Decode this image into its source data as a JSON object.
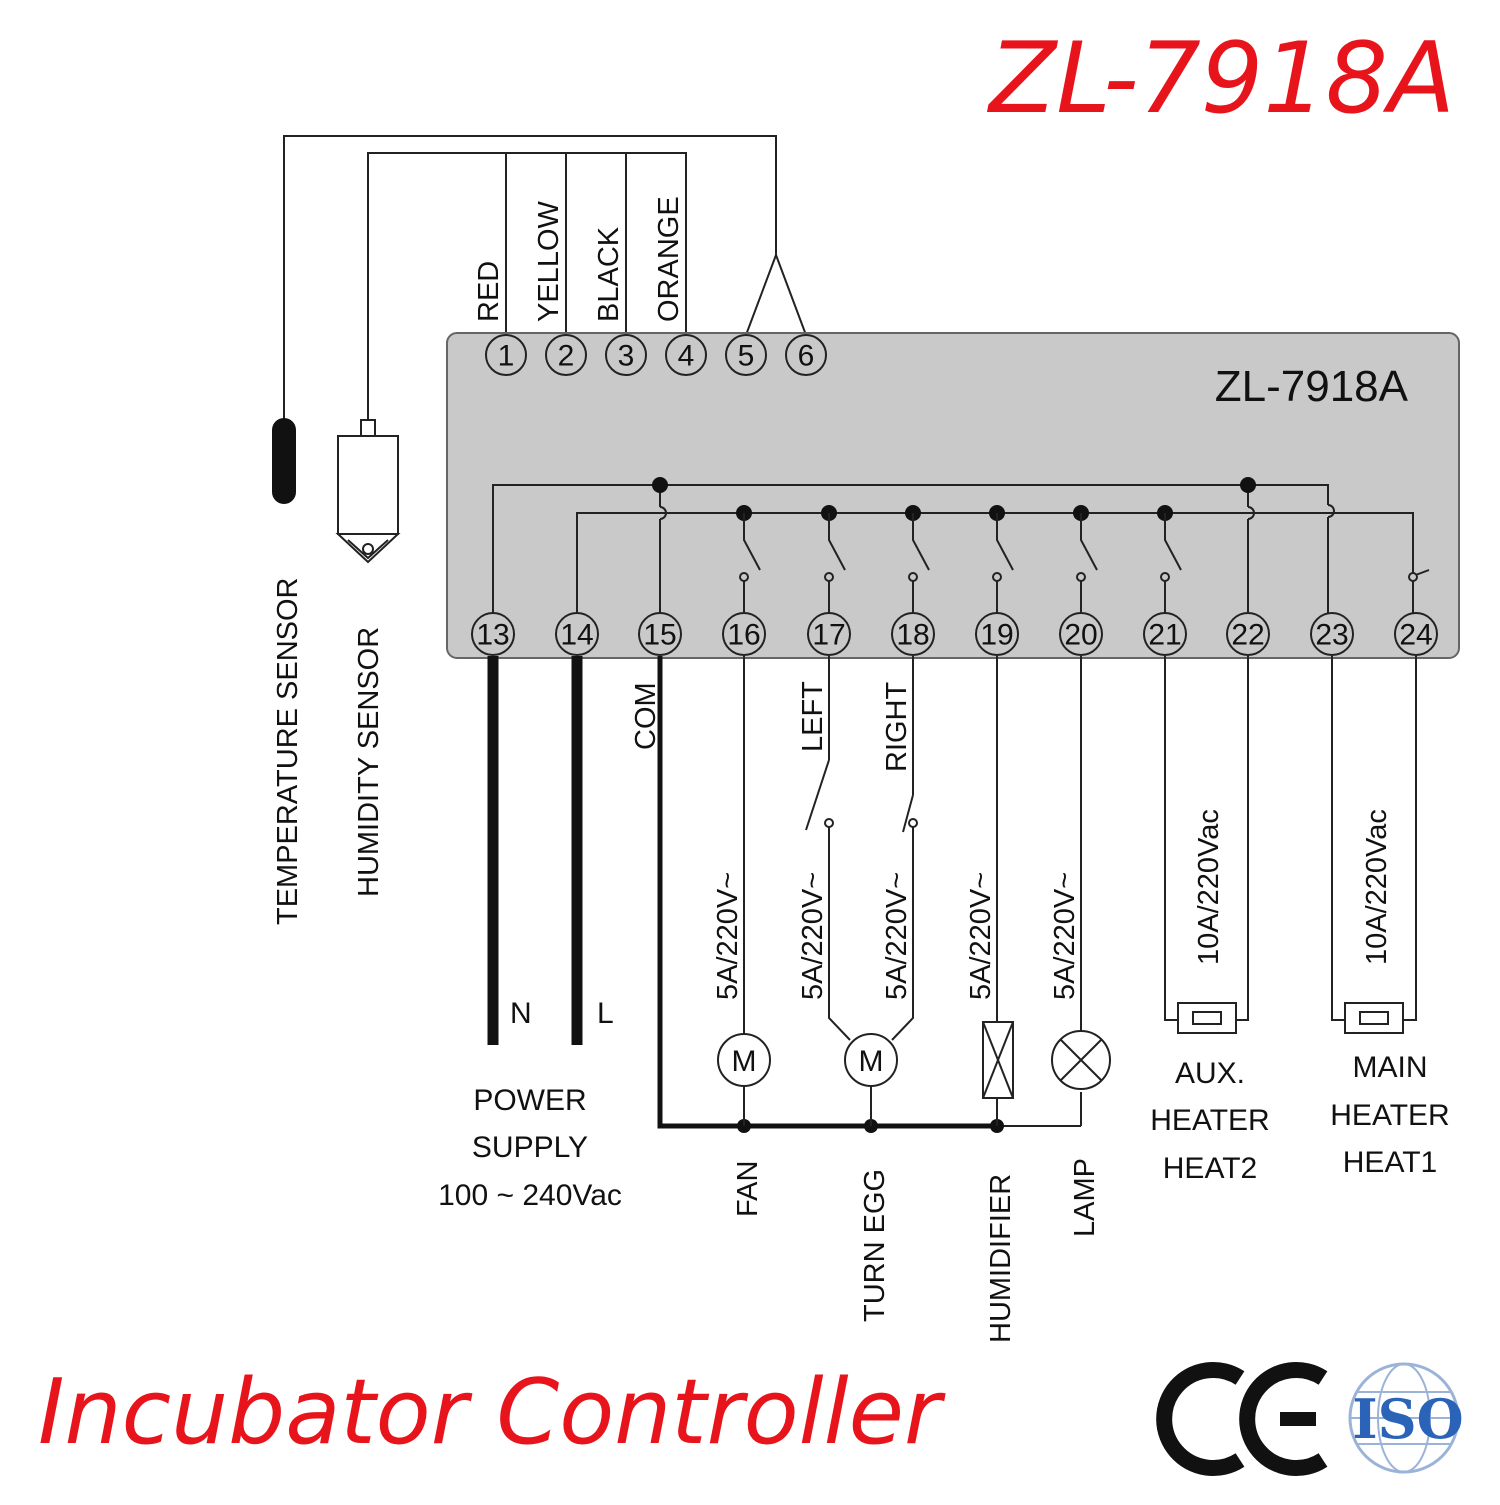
{
  "title": "ZL-7918A",
  "footer": "Incubator Controller",
  "controller": {
    "model": "ZL-7918A"
  },
  "top_terminals": [
    {
      "num": "1",
      "wire": "RED"
    },
    {
      "num": "2",
      "wire": "YELLOW"
    },
    {
      "num": "3",
      "wire": "BLACK"
    },
    {
      "num": "4",
      "wire": "ORANGE"
    },
    {
      "num": "5",
      "wire": ""
    },
    {
      "num": "6",
      "wire": ""
    }
  ],
  "sensors": {
    "temperature": "TEMPERATURE SENSOR",
    "humidity": "HUMIDITY SENSOR"
  },
  "bottom_terminals": [
    "13",
    "14",
    "15",
    "16",
    "17",
    "18",
    "19",
    "20",
    "21",
    "22",
    "23",
    "24"
  ],
  "power": {
    "n": "N",
    "l": "L",
    "line1": "POWER",
    "line2": "SUPPLY",
    "line3": "100 ~ 240Vac"
  },
  "com_label": "COM",
  "turn_left": "LEFT",
  "turn_right": "RIGHT",
  "ratings": {
    "fan": "5A/220V~",
    "left": "5A/220V~",
    "right": "5A/220V~",
    "humidifier": "5A/220V~",
    "lamp": "5A/220V~",
    "aux": "10A/220Vac",
    "main": "10A/220Vac"
  },
  "loads": {
    "fan": "FAN",
    "turn_egg": "TURN EGG",
    "humidifier": "HUMIDIFIER",
    "lamp": "LAMP",
    "motor_symbol": "M"
  },
  "aux_heater": {
    "line1": "AUX.",
    "line2": "HEATER",
    "line3": "HEAT2"
  },
  "main_heater": {
    "line1": "MAIN",
    "line2": "HEATER",
    "line3": "HEAT1"
  },
  "certifications": {
    "ce": "CE",
    "iso": "ISO"
  },
  "colors": {
    "title": "#e8141c",
    "panel": "#c9c9c9",
    "iso_blue": "#2a63b8"
  }
}
